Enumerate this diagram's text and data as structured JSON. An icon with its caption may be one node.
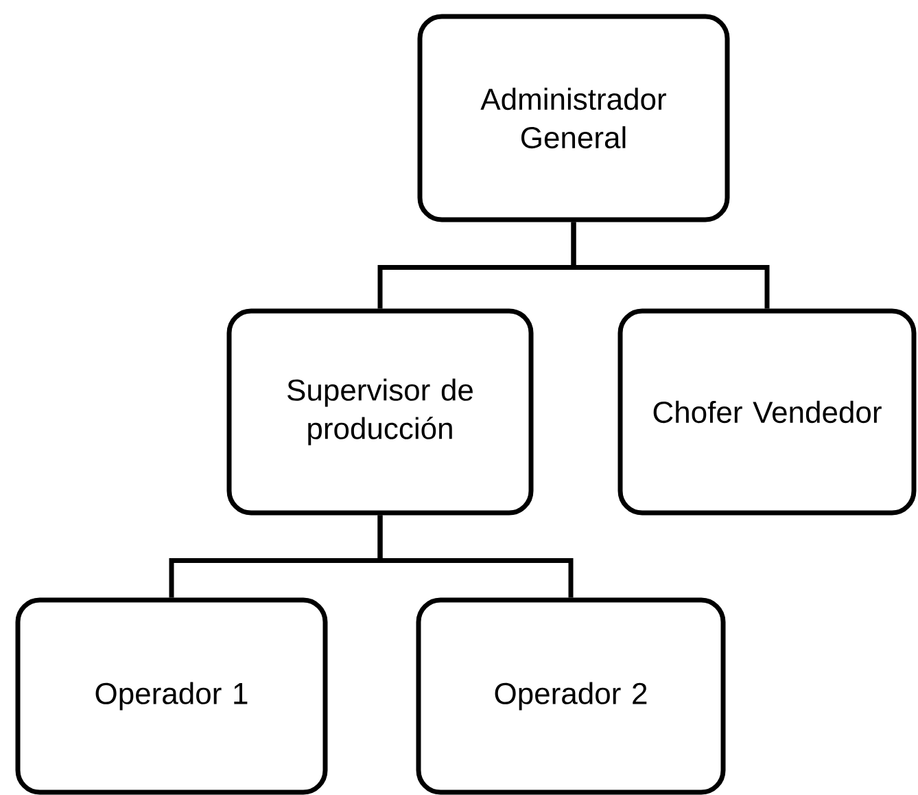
{
  "diagram": {
    "nodes": [
      {
        "text": [
          "Administrador General"
        ]
      },
      {
        "text": [
          "Supervisor de producción"
        ]
      },
      {
        "text": [
          "Chofer Vendedor"
        ]
      },
      {
        "text": [
          "Operador 1"
        ]
      },
      {
        "text": [
          "Operador 2"
        ]
      }
    ],
    "edges": [
      {
        "from": 0,
        "to": 1,
        "arrow": "none"
      },
      {
        "from": 0,
        "to": 2,
        "arrow": "none"
      },
      {
        "from": 1,
        "to": 3,
        "arrow": "none"
      },
      {
        "from": 1,
        "to": 4,
        "arrow": "none"
      }
    ]
  }
}
